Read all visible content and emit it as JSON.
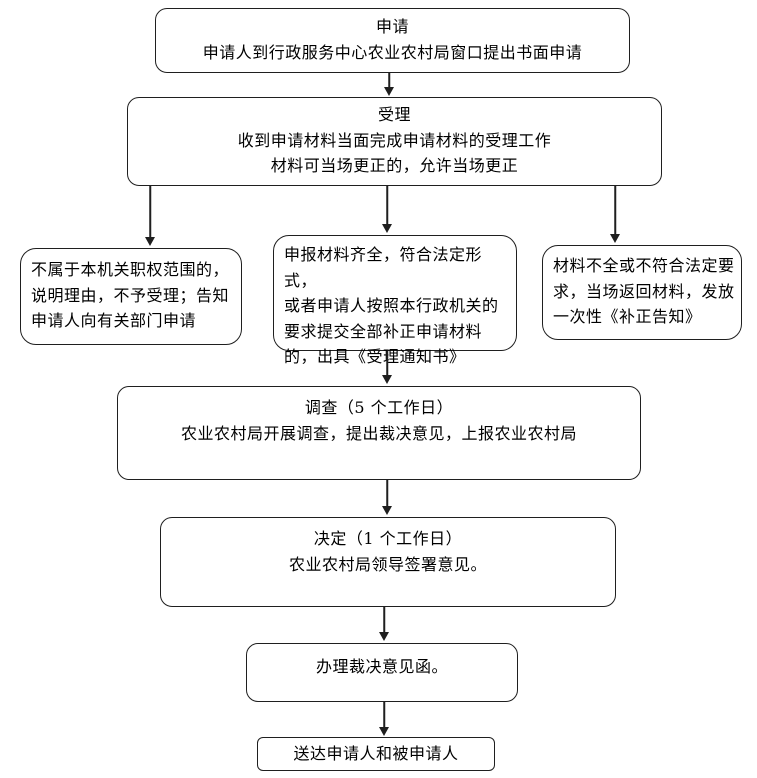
{
  "page": {
    "background": "#ffffff",
    "line_color": "#1f1f1f",
    "text_color": "#000000"
  },
  "diagram": {
    "type": "flowchart",
    "nodes": {
      "application": {
        "title": "申请",
        "body": "申请人到行政服务中心农业农村局窗口提出书面申请"
      },
      "acceptance": {
        "title": "受理",
        "body": "收到申请材料当面完成申请材料的受理工作",
        "body2": "材料可当场更正的，允许当场更正"
      },
      "reject": {
        "text": "不属于本机关职权范围的，\n说明理由，不予受理；告知\n申请人向有关部门申请"
      },
      "accept": {
        "text": "申报材料齐全，符合法定形式，\n或者申请人按照本行政机关的\n要求提交全部补正申请材料\n的，出具《受理通知书》"
      },
      "supplement": {
        "text": "材料不全或不符合法定要\n求，当场返回材料，发放\n一次性《补正告知》"
      },
      "investigation": {
        "title": "调查（5 个工作日）",
        "body": "农业农村局开展调查，提出裁决意见，上报农业农村局"
      },
      "decision": {
        "title": "决定（1 个工作日）",
        "body": "农业农村局领导签署意见。"
      },
      "handle": {
        "text": "办理裁决意见函。"
      },
      "delivery": {
        "text": "送达申请人和被申请人"
      }
    },
    "edges": [
      {
        "from": "application",
        "to": "acceptance"
      },
      {
        "from": "acceptance",
        "to": "reject"
      },
      {
        "from": "acceptance",
        "to": "accept"
      },
      {
        "from": "acceptance",
        "to": "supplement"
      },
      {
        "from": "accept",
        "to": "investigation"
      },
      {
        "from": "investigation",
        "to": "decision"
      },
      {
        "from": "decision",
        "to": "handle"
      },
      {
        "from": "handle",
        "to": "delivery"
      }
    ]
  }
}
